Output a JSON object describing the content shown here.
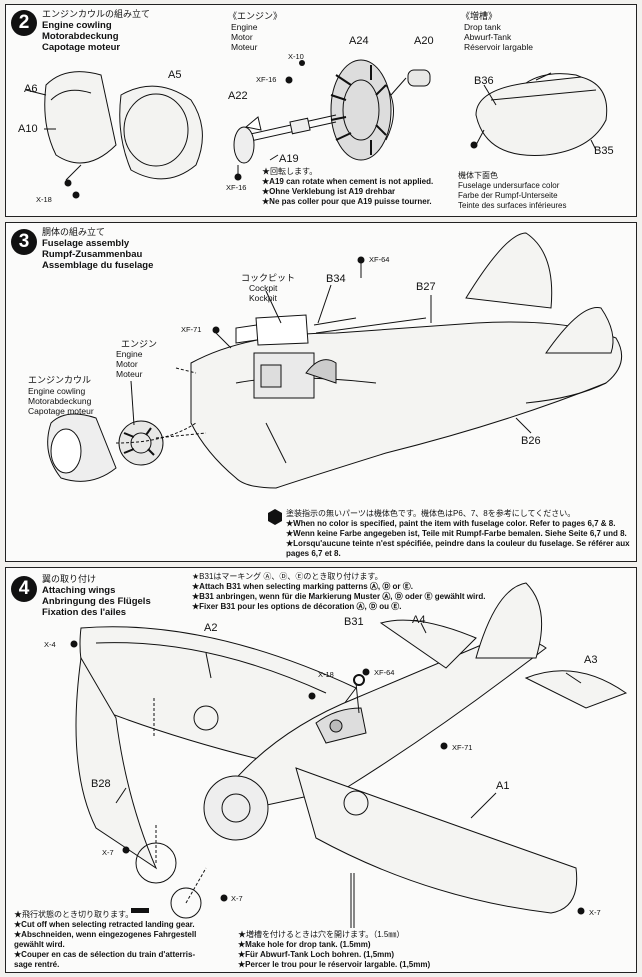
{
  "step2": {
    "number": "2",
    "title_jp": "エンジンカウルの組み立て",
    "title_en": "Engine cowling",
    "title_de": "Motorabdeckung",
    "title_fr": "Capotage moteur",
    "engine_jp": "《エンジン》",
    "engine_en": "Engine",
    "engine_de": "Motor",
    "engine_fr": "Moteur",
    "tank_jp": "《増槽》",
    "tank_en": "Drop tank",
    "tank_de": "Abwurf-Tank",
    "tank_fr": "Réservoir largable",
    "parts": {
      "a6": "A6",
      "a5": "A5",
      "a10": "A10",
      "x18": "X-18",
      "x10": "X-10",
      "xf16a": "XF-16",
      "a24": "A24",
      "a20": "A20",
      "a22": "A22",
      "xf16b": "XF-16",
      "a19": "A19",
      "b36": "B36",
      "b35": "B35"
    },
    "rotate_jp": "★回転します。",
    "rotate_en": "★A19 can rotate when cement is not applied.",
    "rotate_de": "★Ohne Verklebung ist A19 drehbar",
    "rotate_fr": "★Ne pas coller pour que A19 puisse tourner.",
    "underside_jp": "機体下面色",
    "underside_en": "Fuselage undersurface color",
    "underside_de": "Farbe der Rumpf-Unterseite",
    "underside_fr": "Teinte des surfaces inférieures"
  },
  "step3": {
    "number": "3",
    "title_jp": "胴体の組み立て",
    "title_en": "Fuselage assembly",
    "title_de": "Rumpf-Zusammenbau",
    "title_fr": "Assemblage du fuselage",
    "cockpit_jp": "コックピット",
    "cockpit_en": "Cockpit",
    "cockpit_de": "Kockpit",
    "engine_jp": "エンジン",
    "engine_en": "Engine",
    "engine_de": "Motor",
    "engine_fr": "Moteur",
    "cowl_jp": "エンジンカウル",
    "cowl_en": "Engine cowling",
    "cowl_de": "Motorabdeckung",
    "cowl_fr": "Capotage moteur",
    "parts": {
      "xf64": "XF-64",
      "b34": "B34",
      "b27": "B27",
      "xf71": "XF-71",
      "b26": "B26"
    },
    "note_jp": "塗装指示の無いパーツは機体色です。機体色はP6、7、8を参考にしてください。",
    "note_en": "★When no color is specified, paint the item with fuselage color. Refer to pages 6,7 & 8.",
    "note_de": "★Wenn keine Farbe angegeben ist, Teile mit Rumpf-Farbe bemalen. Siehe Seite 6,7 und 8.",
    "note_fr1": "★Lorsqu'aucune teinte n'est spécifiée, peindre dans la couleur du fuselage. Se référer aux",
    "note_fr2": "pages 6,7 et 8."
  },
  "step4": {
    "number": "4",
    "title_jp": "翼の取り付け",
    "title_en": "Attaching wings",
    "title_de": "Anbringung des Flügels",
    "title_fr": "Fixation des l'ailes",
    "b31_jp": "★B31はマーキング Ⓐ、Ⓓ、Ⓔのとき取り付けます。",
    "b31_en": "★Attach B31 when selecting marking patterns Ⓐ, Ⓓ or Ⓔ.",
    "b31_de": "★B31 anbringen, wenn für die Markierung Muster Ⓐ, Ⓓ oder Ⓔ gewählt wird.",
    "b31_fr": "★Fixer B31 pour les options de décoration Ⓐ, Ⓓ ou Ⓔ.",
    "parts": {
      "x4": "X-4",
      "a2": "A2",
      "b31": "B31",
      "a4": "A4",
      "a3": "A3",
      "x18": "X-18",
      "xf64": "XF-64",
      "xf71": "XF-71",
      "a1": "A1",
      "b28": "B28",
      "x7a": "X-7",
      "x7b": "X-7",
      "x7c": "X-7"
    },
    "gear_jp": "★飛行状態のとき切り取ります。",
    "gear_en": "★Cut off when selecting retracted landing gear.",
    "gear_de1": "★Abschneiden, wenn eingezogenes Fahrgestell",
    "gear_de2": "gewählt wird.",
    "gear_fr1": "★Couper en cas de sélection du train d'atterris-",
    "gear_fr2": "sage rentré.",
    "tank_jp": "★増槽を付けるときは穴を開けます。（1.5㎜）",
    "tank_en": "★Make hole for drop tank. (1.5mm)",
    "tank_de": "★Für Abwurf-Tank Loch bohren. (1,5mm)",
    "tank_fr": "★Percer le trou pour le réservoir largable. (1,5mm)"
  },
  "colors": {
    "ink": "#111111",
    "paper": "#fbfbfa",
    "fuselage_fill": "#f4f4f2"
  }
}
